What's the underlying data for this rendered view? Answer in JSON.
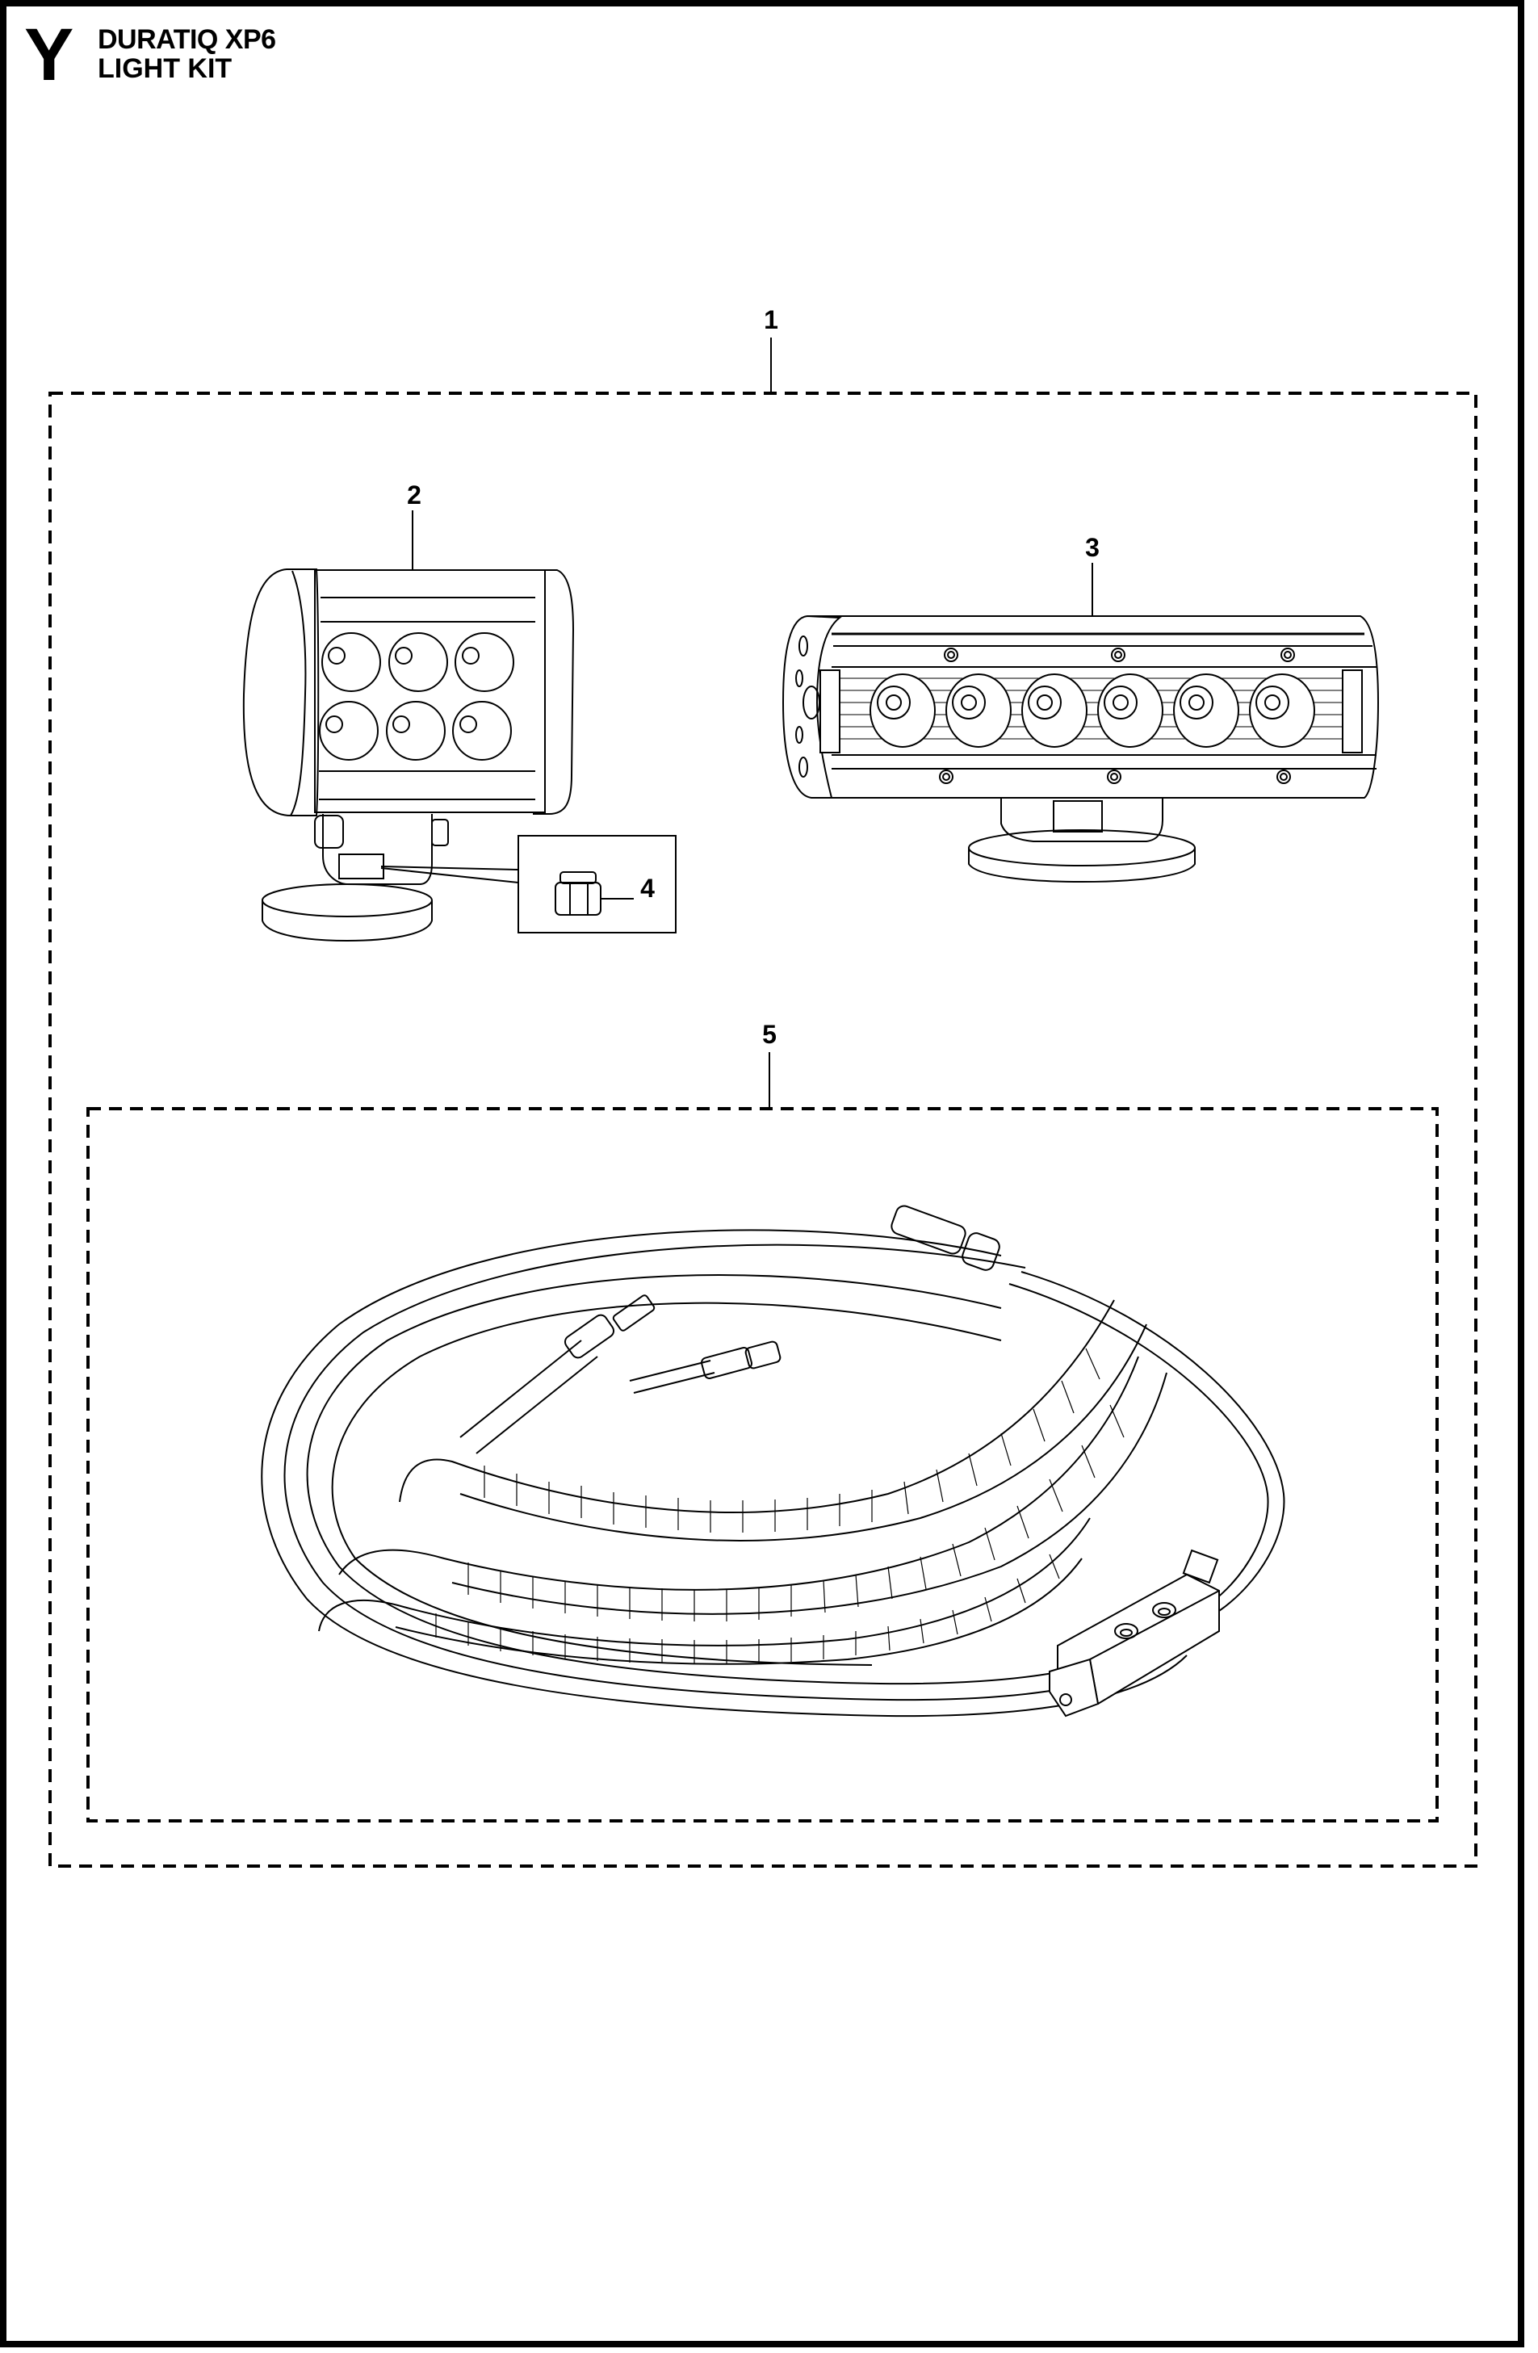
{
  "header": {
    "section_letter": "Y",
    "model": "DURATIQ XP6",
    "title": "LIGHT KIT"
  },
  "callouts": [
    {
      "id": "1",
      "label": "1",
      "description": "Light kit assembly (outer group)"
    },
    {
      "id": "2",
      "label": "2",
      "description": "Work light, 6-LED square"
    },
    {
      "id": "3",
      "label": "3",
      "description": "Light bar, 6-LED"
    },
    {
      "id": "4",
      "label": "4",
      "description": "Nut"
    },
    {
      "id": "5",
      "label": "5",
      "description": "Cable harness (inner group)"
    }
  ],
  "colors": {
    "line": "#000000",
    "background": "#ffffff"
  }
}
